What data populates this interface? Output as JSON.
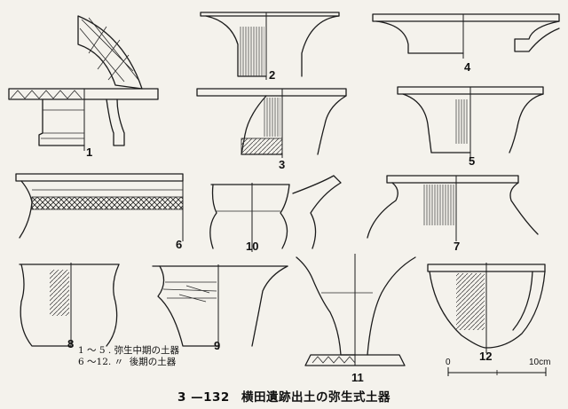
{
  "figure": {
    "items": [
      {
        "id": "1",
        "label": "1"
      },
      {
        "id": "2",
        "label": "2"
      },
      {
        "id": "3",
        "label": "3"
      },
      {
        "id": "4",
        "label": "4"
      },
      {
        "id": "5",
        "label": "5"
      },
      {
        "id": "6",
        "label": "6"
      },
      {
        "id": "7",
        "label": "7"
      },
      {
        "id": "8",
        "label": "8"
      },
      {
        "id": "9",
        "label": "9"
      },
      {
        "id": "10",
        "label": "10"
      },
      {
        "id": "11",
        "label": "11"
      },
      {
        "id": "12",
        "label": "12"
      }
    ],
    "legend": [
      {
        "range": "1 ～ 5 .",
        "text": "弥生中期の土器"
      },
      {
        "range": "6 ～12.",
        "text": "〃  後期の土器"
      }
    ],
    "scale": {
      "start": "0",
      "end": "10cm"
    },
    "caption": {
      "number": "3 —132",
      "title": "横田遺跡出土の弥生式土器"
    }
  }
}
